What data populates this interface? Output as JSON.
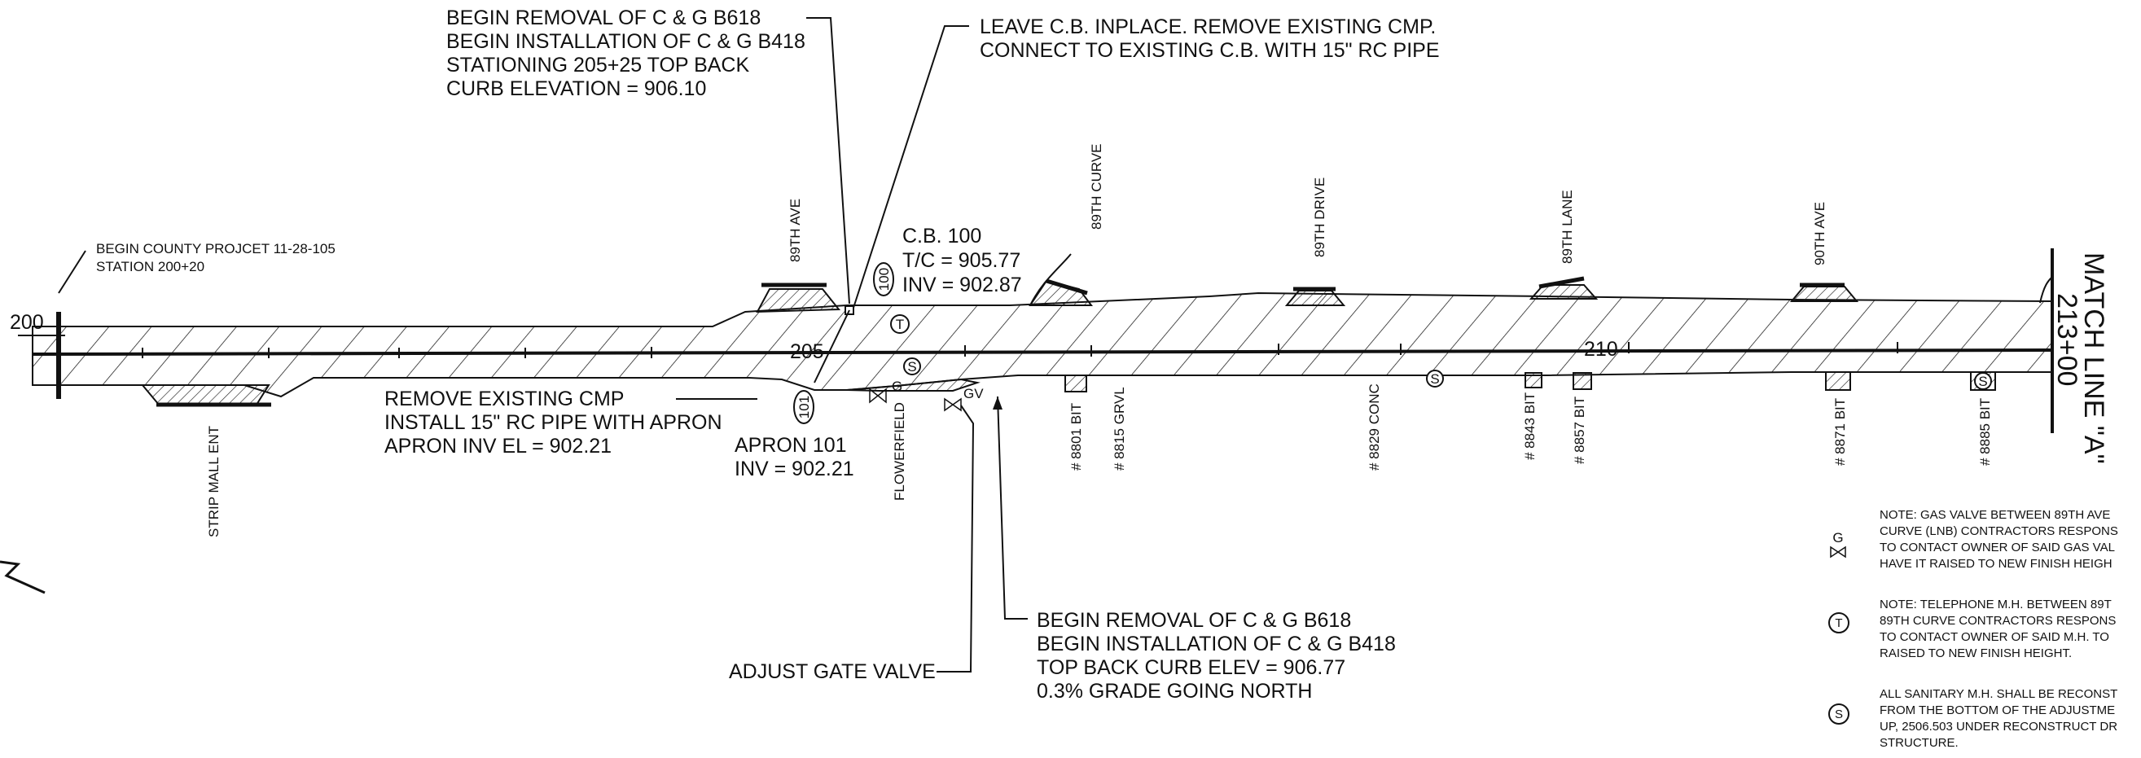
{
  "station_start": "200",
  "station_205": "205",
  "station_210": "210",
  "match_line": {
    "line1": "MATCH LINE \"A\"",
    "line2": "213+00"
  },
  "county_project": {
    "line1": "BEGIN COUNTY PROJCET 11-28-105",
    "line2": "STATION 200+20"
  },
  "callout_begin_removal_north": {
    "line1": "BEGIN REMOVAL OF C & G B618",
    "line2": "BEGIN INSTALLATION OF C & G B418",
    "line3": "STATIONING 205+25 TOP BACK",
    "line4": "CURB ELEVATION = 906.10"
  },
  "callout_cb_inplace": {
    "line1": "LEAVE C.B. INPLACE.  REMOVE EXISTING CMP.",
    "line2": "CONNECT TO EXISTING C.B. WITH 15\" RC PIPE"
  },
  "cb100": {
    "tag": "100",
    "line1": "C.B. 100",
    "line2": "T/C = 905.77",
    "line3": "INV = 902.87"
  },
  "callout_remove_cmp": {
    "line1": "REMOVE EXISTING CMP",
    "line2": "INSTALL 15\" RC PIPE WITH APRON",
    "line3": "APRON INV EL = 902.21"
  },
  "apron101": {
    "tag": "101",
    "line1": "APRON 101",
    "line2": "INV = 902.21"
  },
  "adjust_gate_valve": "ADJUST GATE VALVE",
  "callout_begin_removal_south": {
    "line1": "BEGIN REMOVAL OF C & G B618",
    "line2": "BEGIN INSTALLATION OF C & G B418",
    "line3": "TOP BACK CURB ELEV = 906.77",
    "line4": "0.3% GRADE GOING NORTH"
  },
  "streets": [
    "89TH AVE",
    "89TH CURVE",
    "89TH DRIVE",
    "89TH LANE",
    "90TH AVE"
  ],
  "south_labels": [
    "STRIP MALL ENT",
    "FLOWERFIELD"
  ],
  "driveways": [
    "# 8801 BIT",
    "# 8815 GRVL",
    "# 8829 CONC",
    "# 8843 BIT",
    "# 8857 BIT",
    "# 8871 BIT",
    "# 8885 BIT"
  ],
  "symbols": {
    "gas": "G",
    "telephone": "T",
    "sanitary": "S",
    "gas_small": "G",
    "gv_small": "GV"
  },
  "notes": {
    "gas": [
      "NOTE: GAS VALVE BETWEEN 89TH AVE",
      "CURVE (LNB) CONTRACTORS RESPONS",
      "TO CONTACT OWNER OF SAID GAS VAL",
      "HAVE IT RAISED TO NEW FINISH HEIGH"
    ],
    "telephone": [
      "NOTE: TELEPHONE M.H. BETWEEN 89T",
      "89TH CURVE CONTRACTORS RESPONS",
      "TO CONTACT OWNER OF SAID M.H. TO",
      "RAISED TO NEW FINISH HEIGHT."
    ],
    "sanitary": [
      "ALL SANITARY M.H. SHALL BE RECONST",
      "FROM THE BOTTOM OF THE ADJUSTME",
      "UP, 2506.503 UNDER RECONSTRUCT DR",
      "STRUCTURE."
    ]
  },
  "colors": {
    "ink": "#111111",
    "paper": "#ffffff"
  }
}
